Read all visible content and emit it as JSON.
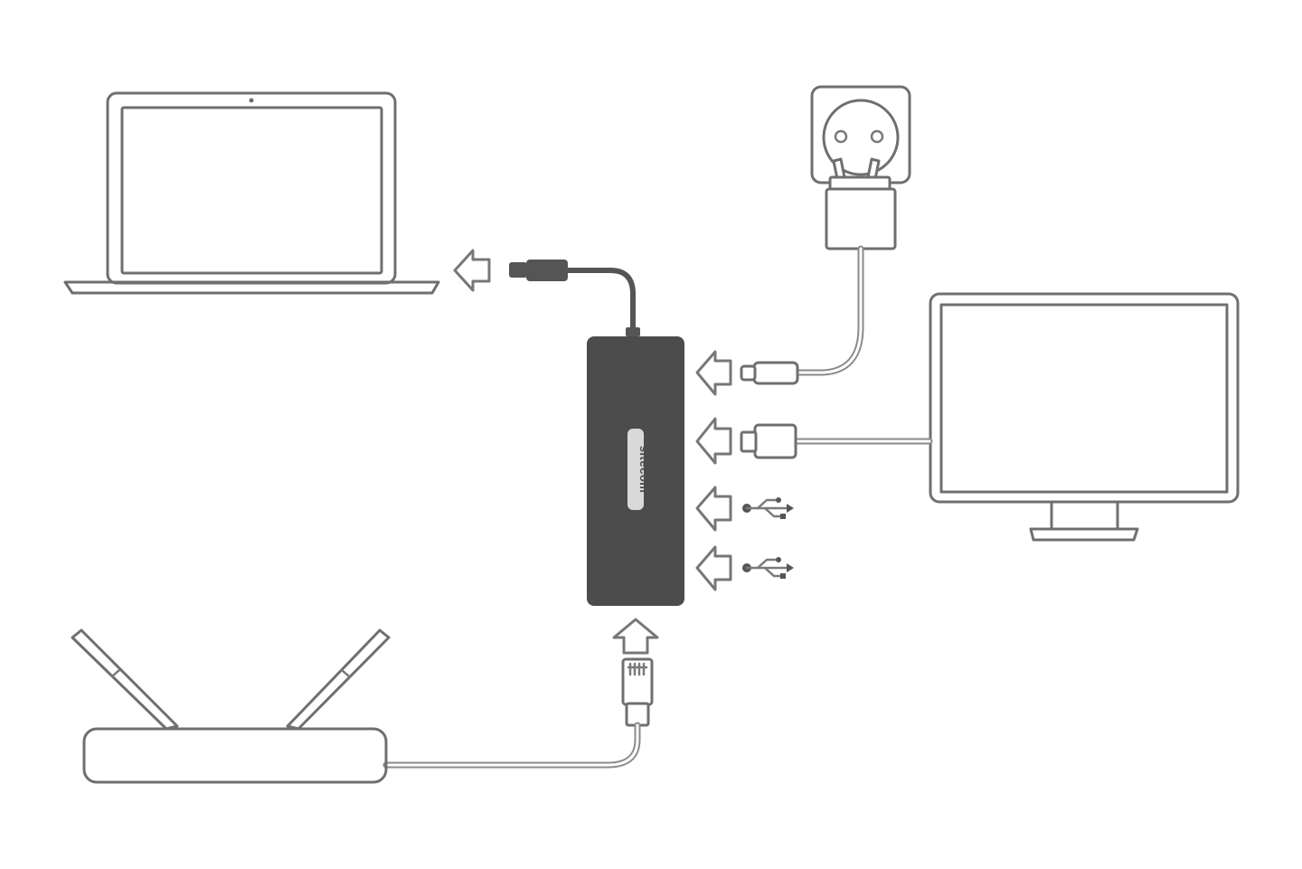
{
  "diagram": {
    "hub": {
      "brand_label": "sitecom",
      "color": "#4c4c4c"
    },
    "devices": [
      {
        "name": "laptop",
        "icon": "laptop-icon"
      },
      {
        "name": "wall-socket",
        "icon": "power-socket-icon"
      },
      {
        "name": "power-adapter",
        "icon": "power-adapter-icon"
      },
      {
        "name": "monitor",
        "icon": "monitor-icon"
      },
      {
        "name": "router",
        "icon": "router-icon"
      }
    ],
    "ports": [
      {
        "name": "usb-c-upstream",
        "icon": "usb-c-plug-icon"
      },
      {
        "name": "usb-c-power",
        "icon": "usb-c-plug-icon"
      },
      {
        "name": "hdmi",
        "icon": "hdmi-plug-icon"
      },
      {
        "name": "usb-a-1",
        "icon": "usb-symbol-icon"
      },
      {
        "name": "usb-a-2",
        "icon": "usb-symbol-icon"
      },
      {
        "name": "ethernet",
        "icon": "rj45-plug-icon"
      }
    ],
    "colors": {
      "outline": "#6f6f6f",
      "hub": "#4c4c4c",
      "background": "#ffffff"
    }
  }
}
